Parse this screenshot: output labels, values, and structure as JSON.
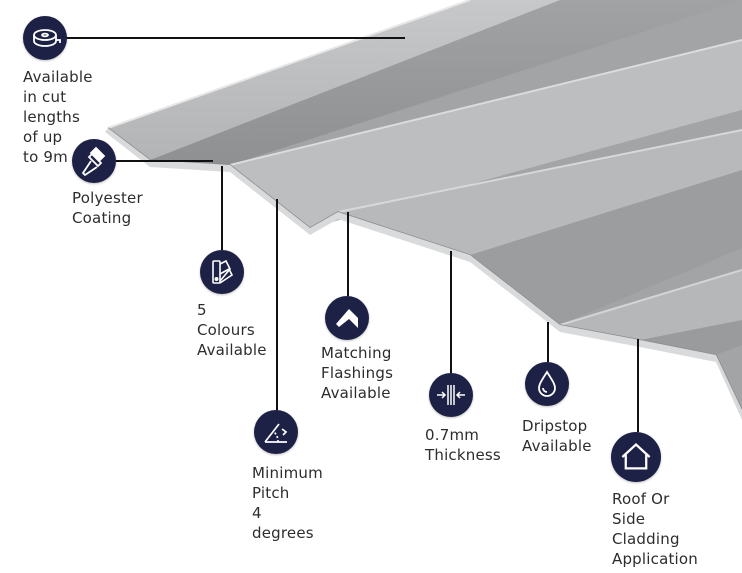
{
  "features": [
    {
      "id": "cut-lengths",
      "icon": "tape-measure-icon",
      "label": "Available in cut\nlengths of up\nto 9m"
    },
    {
      "id": "polyester-coating",
      "icon": "paint-brush-icon",
      "label": "Polyester\nCoating"
    },
    {
      "id": "colours",
      "icon": "colour-swatch-icon",
      "label": "5 Colours\nAvailable"
    },
    {
      "id": "flashings",
      "icon": "flashing-icon",
      "label": "Matching\nFlashings\nAvailable"
    },
    {
      "id": "pitch",
      "icon": "pitch-angle-icon",
      "label": "Minimum Pitch\n4 degrees"
    },
    {
      "id": "thickness",
      "icon": "thickness-icon",
      "label": "0.7mm\nThickness"
    },
    {
      "id": "dripstop",
      "icon": "water-drop-icon",
      "label": "Dripstop\nAvailable"
    },
    {
      "id": "cladding",
      "icon": "house-icon",
      "label": "Roof Or Side\nCladding\nApplication"
    }
  ],
  "colors": {
    "icon_background": "#1d2145",
    "sheet": "#a4a5a7",
    "leader_line": "#111111"
  }
}
